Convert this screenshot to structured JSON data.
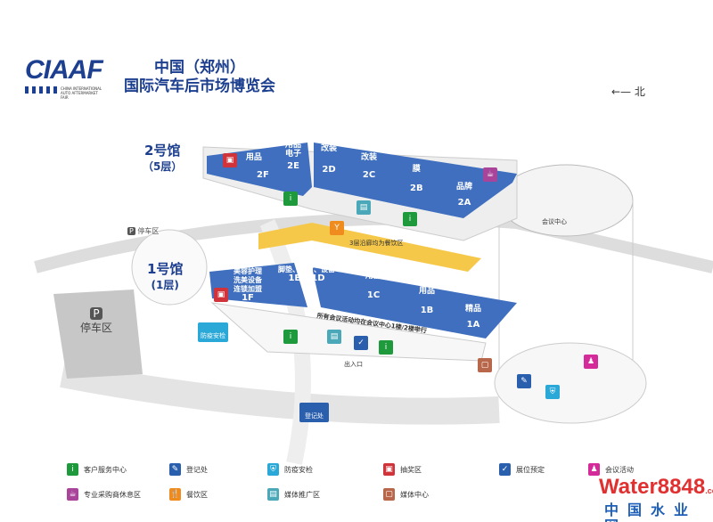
{
  "header": {
    "logo_text": "CIAAF",
    "logo_subtitle": "CHINA INTERNATIONAL AUTO AFTERMARKET FAIR",
    "title_line1": "中国（郑州）",
    "title_line2": "国际汽车后市场博览会",
    "north_label": "北",
    "north_arrow": "←—"
  },
  "hall2": {
    "name": "2号馆",
    "floors": "（5层）",
    "booths": [
      {
        "code": "2F",
        "label": "用品"
      },
      {
        "code": "2E",
        "label": "用品\n电子"
      },
      {
        "code": "2D",
        "label": "改装"
      },
      {
        "code": "2C",
        "label": "改装"
      },
      {
        "code": "2B",
        "label": "膜"
      },
      {
        "code": "2A",
        "label": "品牌"
      }
    ],
    "corridor_note": "3层沿廊均为餐饮区"
  },
  "hall1": {
    "name": "1号馆",
    "floors": "(1层)",
    "booths": [
      {
        "code": "1F",
        "label": "美容护理\n洗美设备\n连锁加盟"
      },
      {
        "code": "1E",
        "label": ""
      },
      {
        "code": "1D",
        "label": "脚垫、卷材、设备"
      },
      {
        "code": "1C",
        "label": "用品"
      },
      {
        "code": "1B",
        "label": "用品"
      },
      {
        "code": "1A",
        "label": "精品"
      }
    ],
    "meeting_note": "所有会议活动均在会议中心1楼/2楼举行"
  },
  "places": {
    "parking_top": "停车区",
    "parking_big": "停车区",
    "meeting_center": "会议中心",
    "entrance": "出入口",
    "security": "防疫安检",
    "registration": "登记处",
    "parking_icon": "P"
  },
  "legend": [
    {
      "label": "客户服务中心",
      "icon": "info-icon",
      "color": "#1e9a3c",
      "glyph": "i"
    },
    {
      "label": "登记处",
      "icon": "registration-icon",
      "color": "#2a5fae",
      "glyph": "✎"
    },
    {
      "label": "防疫安检",
      "icon": "shield-icon",
      "color": "#2aa8d8",
      "glyph": "⛨"
    },
    {
      "label": "抽奖区",
      "icon": "lottery-icon",
      "color": "#d0333a",
      "glyph": "▣"
    },
    {
      "label": "展位预定",
      "icon": "check-icon",
      "color": "#2a5fae",
      "glyph": "✓"
    },
    {
      "label": "会议活动",
      "icon": "meeting-icon",
      "color": "#d42a9a",
      "glyph": "♟"
    },
    {
      "label": "专业采购商休息区",
      "icon": "lounge-icon",
      "color": "#a8459a",
      "glyph": "☕"
    },
    {
      "label": "餐饮区",
      "icon": "dining-icon",
      "color": "#f08c1e",
      "glyph": "🍴"
    },
    {
      "label": "媒体推广区",
      "icon": "media-promo-icon",
      "color": "#4aa8b8",
      "glyph": "▤"
    },
    {
      "label": "媒体中心",
      "icon": "media-center-icon",
      "color": "#b8674a",
      "glyph": "▢"
    }
  ],
  "watermark": {
    "brand": "Water8848",
    "suffix": ".com",
    "cn": "中国水业网"
  }
}
